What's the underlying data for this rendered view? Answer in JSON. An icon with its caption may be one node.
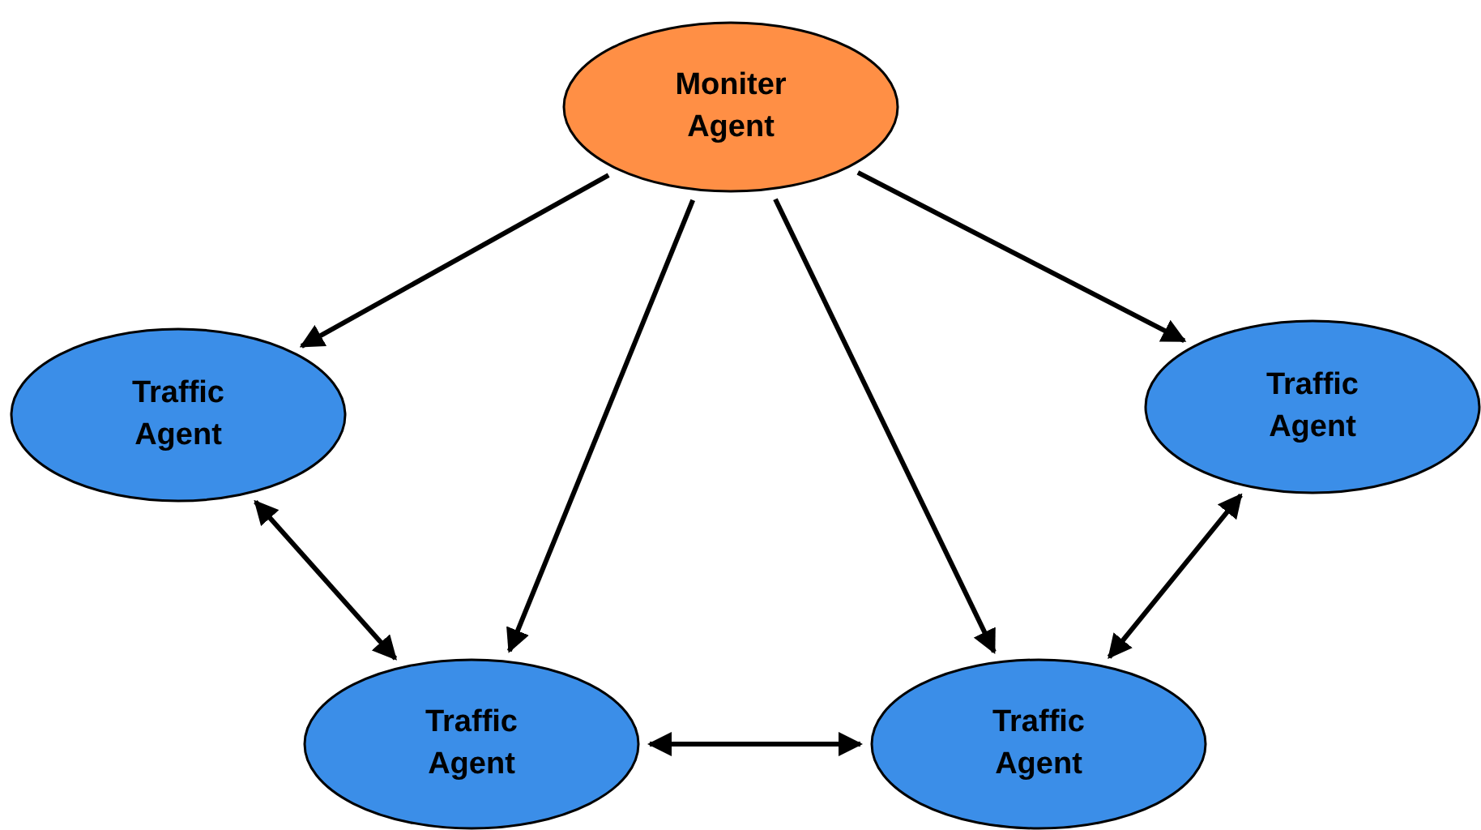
{
  "diagram": {
    "nodes": [
      {
        "text": [
          "Moniter Agent"
        ]
      },
      {
        "text": [
          "Traffic Agent"
        ]
      },
      {
        "text": [
          "Traffic Agent"
        ]
      },
      {
        "text": [
          "Traffic Agent"
        ]
      },
      {
        "text": [
          "Traffic Agent"
        ]
      }
    ],
    "edges": [
      {
        "from": 0,
        "to": 1,
        "arrow": "to"
      },
      {
        "from": 0,
        "to": 3,
        "arrow": "to"
      },
      {
        "from": 0,
        "to": 4,
        "arrow": "to"
      },
      {
        "from": 0,
        "to": 2,
        "arrow": "to"
      },
      {
        "from": 1,
        "to": 3,
        "arrow": "both"
      },
      {
        "from": 3,
        "to": 4,
        "arrow": "both"
      },
      {
        "from": 4,
        "to": 2,
        "arrow": "both"
      }
    ]
  }
}
